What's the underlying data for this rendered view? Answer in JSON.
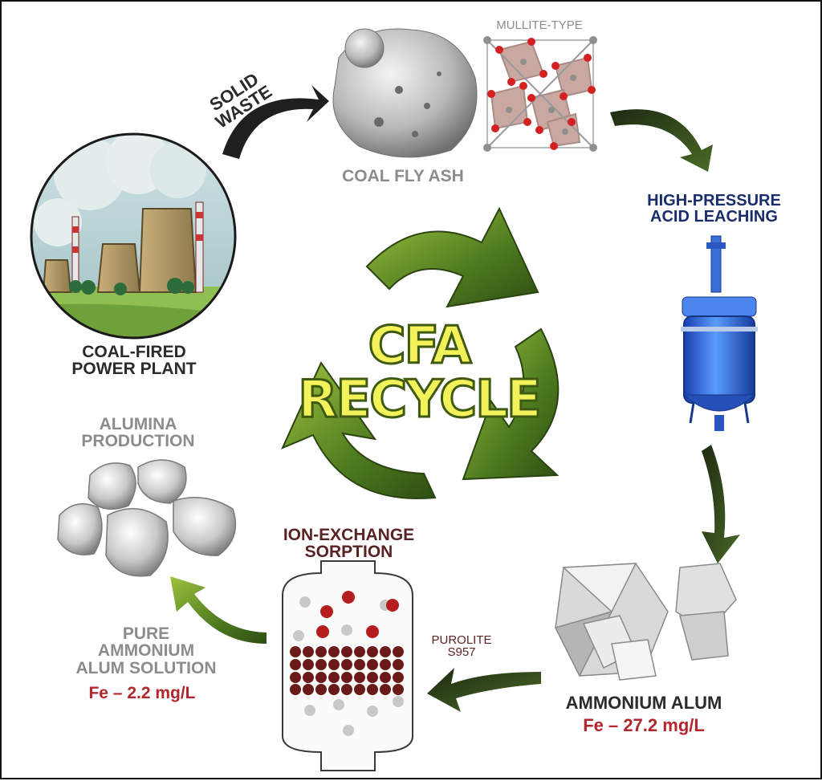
{
  "labels": {
    "solid_waste_1": "SOLID",
    "solid_waste_2": "WASTE",
    "mullite_type": "MULLITE-TYPE",
    "coal_fly_ash": "COAL FLY ASH",
    "leaching_1": "HIGH-PRESSURE",
    "leaching_2": "ACID LEACHING",
    "power_plant_1": "COAL-FIRED",
    "power_plant_2": "POWER PLANT",
    "center_1": "CFA",
    "center_2": "RECYCLE",
    "alumina_1": "ALUMINA",
    "alumina_2": "PRODUCTION",
    "ion_exchange_1": "ION-EXCHANGE",
    "ion_exchange_2": "SORPTION",
    "purolite_1": "PUROLITE",
    "purolite_2": "S957",
    "pure_1": "PURE",
    "pure_2": "AMMONIUM",
    "pure_3": "ALUM SOLUTION",
    "pure_fe": "Fe – 2.2 mg/L",
    "alum": "AMMONIUM ALUM",
    "alum_fe": "Fe – 27.2 mg/L"
  },
  "colors": {
    "label_dark": "#2b2b2b",
    "label_grey": "#8c8c8c",
    "label_navy": "#1a2d6b",
    "label_brown": "#5a2323",
    "value_red": "#b3262b",
    "recycle_green": "#4d7a1f",
    "title_yellow": "#f3f25a"
  }
}
